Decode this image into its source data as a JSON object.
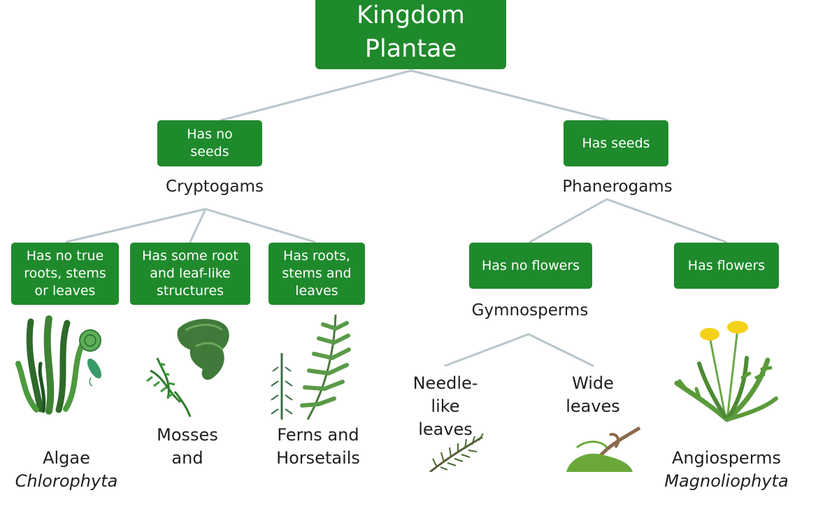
{
  "title": "Kingdom\nPlantae",
  "level1": {
    "left": {
      "criterion": "Has no\nseeds",
      "group": "Cryptogams"
    },
    "right": {
      "criterion": "Has seeds",
      "group": "Phanerogams"
    }
  },
  "cryptogams": [
    {
      "criterion": "Has no true\nroots, stems\nor leaves",
      "name": "Algae",
      "scientific": "Chlorophyta"
    },
    {
      "criterion": "Has some root\nand leaf-like\nstructures",
      "name": "Mosses\nand",
      "scientific": ""
    },
    {
      "criterion": "Has roots,\nstems and\nleaves",
      "name": "Ferns and\nHorsetails",
      "scientific": ""
    }
  ],
  "phanerogams": {
    "no_flowers": {
      "criterion": "Has no flowers",
      "group": "Gymnosperms"
    },
    "flowers": {
      "criterion": "Has flowers",
      "name": "Angiosperms",
      "scientific": "Magnoliophyta"
    }
  },
  "gymnosperms": [
    {
      "name": "Needle-\nlike\nleaves"
    },
    {
      "name": "Wide\nleaves"
    }
  ],
  "colors": {
    "box": "#1f8a2c",
    "connector": "#b8c6cc",
    "text": "#1e1e1e"
  }
}
